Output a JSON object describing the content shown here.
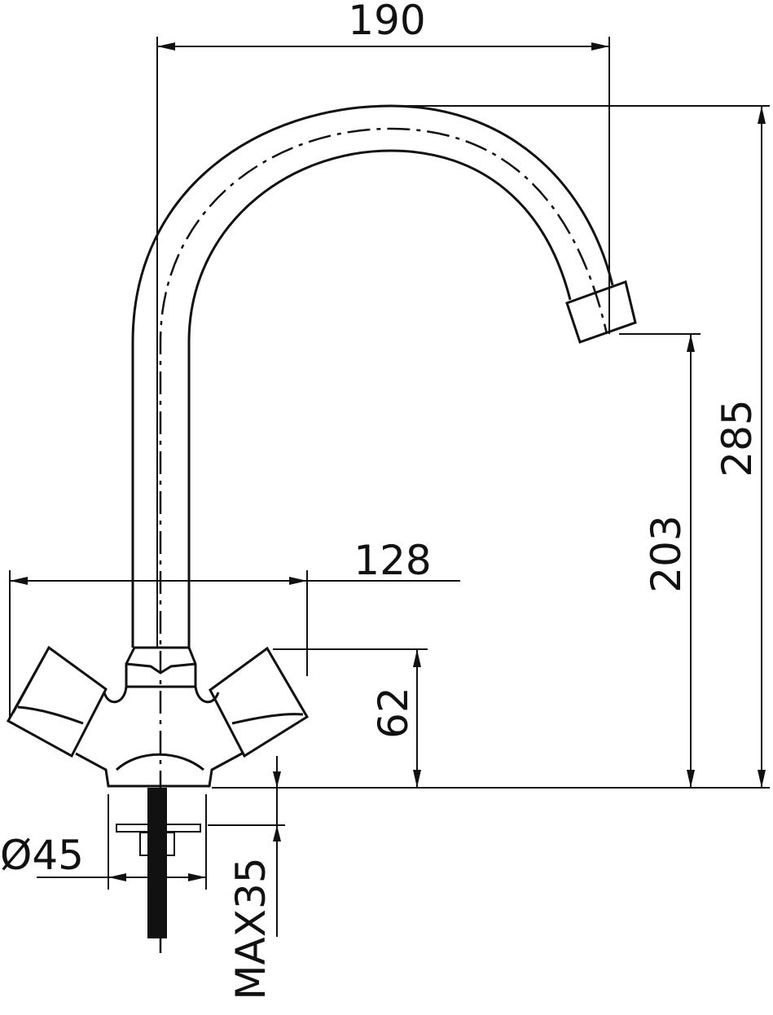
{
  "drawing": {
    "subject": "faucet",
    "line_color": "#111111",
    "dimensions": {
      "spout_reach": "190",
      "total_height": "285",
      "spout_outlet_height": "203",
      "handle_span": "128",
      "body_height": "62",
      "base_diameter": "Ø45",
      "max_deck_thickness": "MAX35"
    }
  }
}
